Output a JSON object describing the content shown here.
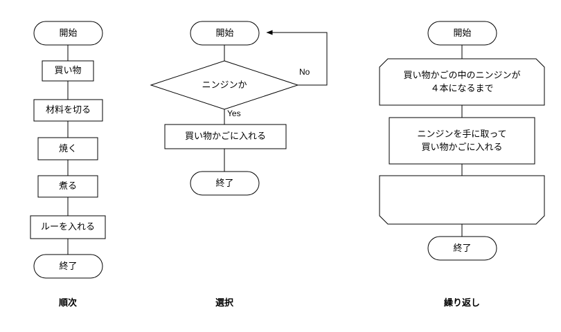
{
  "diagram": {
    "title_text_language": "ja",
    "stroke_color": "#000000",
    "fill_color": "#ffffff",
    "columns": [
      {
        "caption": "順次",
        "nodes": [
          {
            "id": "seq-start",
            "shape": "terminator",
            "label": "開始"
          },
          {
            "id": "seq-shopping",
            "shape": "process",
            "label": "買い物"
          },
          {
            "id": "seq-cut",
            "shape": "process",
            "label": "材料を切る"
          },
          {
            "id": "seq-grill",
            "shape": "process",
            "label": "焼く"
          },
          {
            "id": "seq-boil",
            "shape": "process",
            "label": "煮る"
          },
          {
            "id": "seq-roux",
            "shape": "process",
            "label": "ルーを入れる"
          },
          {
            "id": "seq-end",
            "shape": "terminator",
            "label": "終了"
          }
        ]
      },
      {
        "caption": "選択",
        "nodes": [
          {
            "id": "sel-start",
            "shape": "terminator",
            "label": "開始"
          },
          {
            "id": "sel-decision",
            "shape": "decision",
            "label": "ニンジンか"
          },
          {
            "id": "sel-basket",
            "shape": "process",
            "label": "買い物かごに入れる"
          },
          {
            "id": "sel-end",
            "shape": "terminator",
            "label": "終了"
          }
        ],
        "edge_labels": [
          {
            "id": "sel-yes",
            "text": "Yes"
          },
          {
            "id": "sel-no",
            "text": "No"
          }
        ]
      },
      {
        "caption": "繰り返し",
        "nodes": [
          {
            "id": "loop-start",
            "shape": "terminator",
            "label": "開始"
          },
          {
            "id": "loop-begin",
            "shape": "loop-start",
            "label": "買い物かごの中のニンジンが\n４本になるまで"
          },
          {
            "id": "loop-body",
            "shape": "process",
            "label": "ニンジンを手に取って\n買い物かごに入れる"
          },
          {
            "id": "loop-finish",
            "shape": "loop-end",
            "label": ""
          },
          {
            "id": "loop-end",
            "shape": "terminator",
            "label": "終了"
          }
        ]
      }
    ]
  }
}
